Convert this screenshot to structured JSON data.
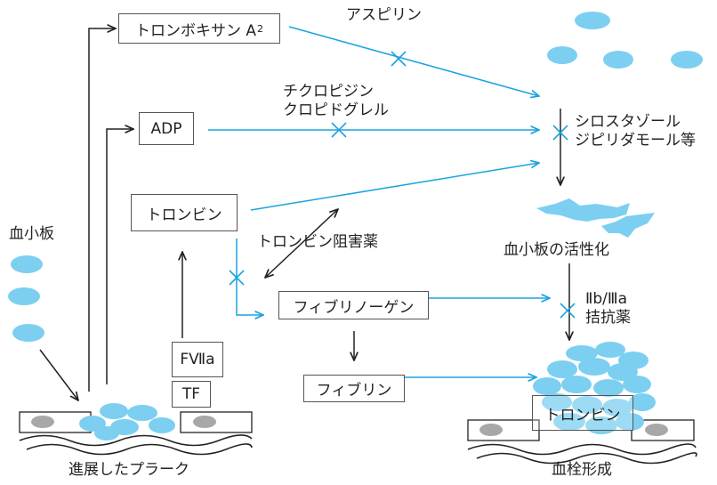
{
  "nodes": {
    "thromboxane": {
      "name": "トロンボキサン A",
      "sub": "2"
    },
    "adp": "ADP",
    "thrombin": "トロンビン",
    "fibrinogen": "フィブリノーゲン",
    "fibrin": "フィブリン",
    "fviia": "FⅦa",
    "tf": "TF",
    "thrombin_clot": "トロンビン"
  },
  "labels": {
    "aspirin": "アスピリン",
    "ticlopidine": "チクロピジン",
    "clopidogrel": "クロピドグレル",
    "cilostazol": "シロスタゾール",
    "dipyridamole": "ジピリダモール等",
    "antithrombin": "トロンビン阻害薬",
    "platelet": "血小板",
    "activation": "血小板の活性化",
    "gp_line1": "Ⅱb/Ⅲa",
    "gp_line2": "拮抗薬",
    "plaque": "進展したプラーク",
    "thrombus": "血栓形成"
  },
  "colors": {
    "arrow_blue": "#1ba3e0",
    "platelet_blue": "#7ccff0",
    "inhibitor_mark": "#1ba3e0",
    "line_black": "#222222",
    "cell_gray": "#a8a8a8"
  }
}
